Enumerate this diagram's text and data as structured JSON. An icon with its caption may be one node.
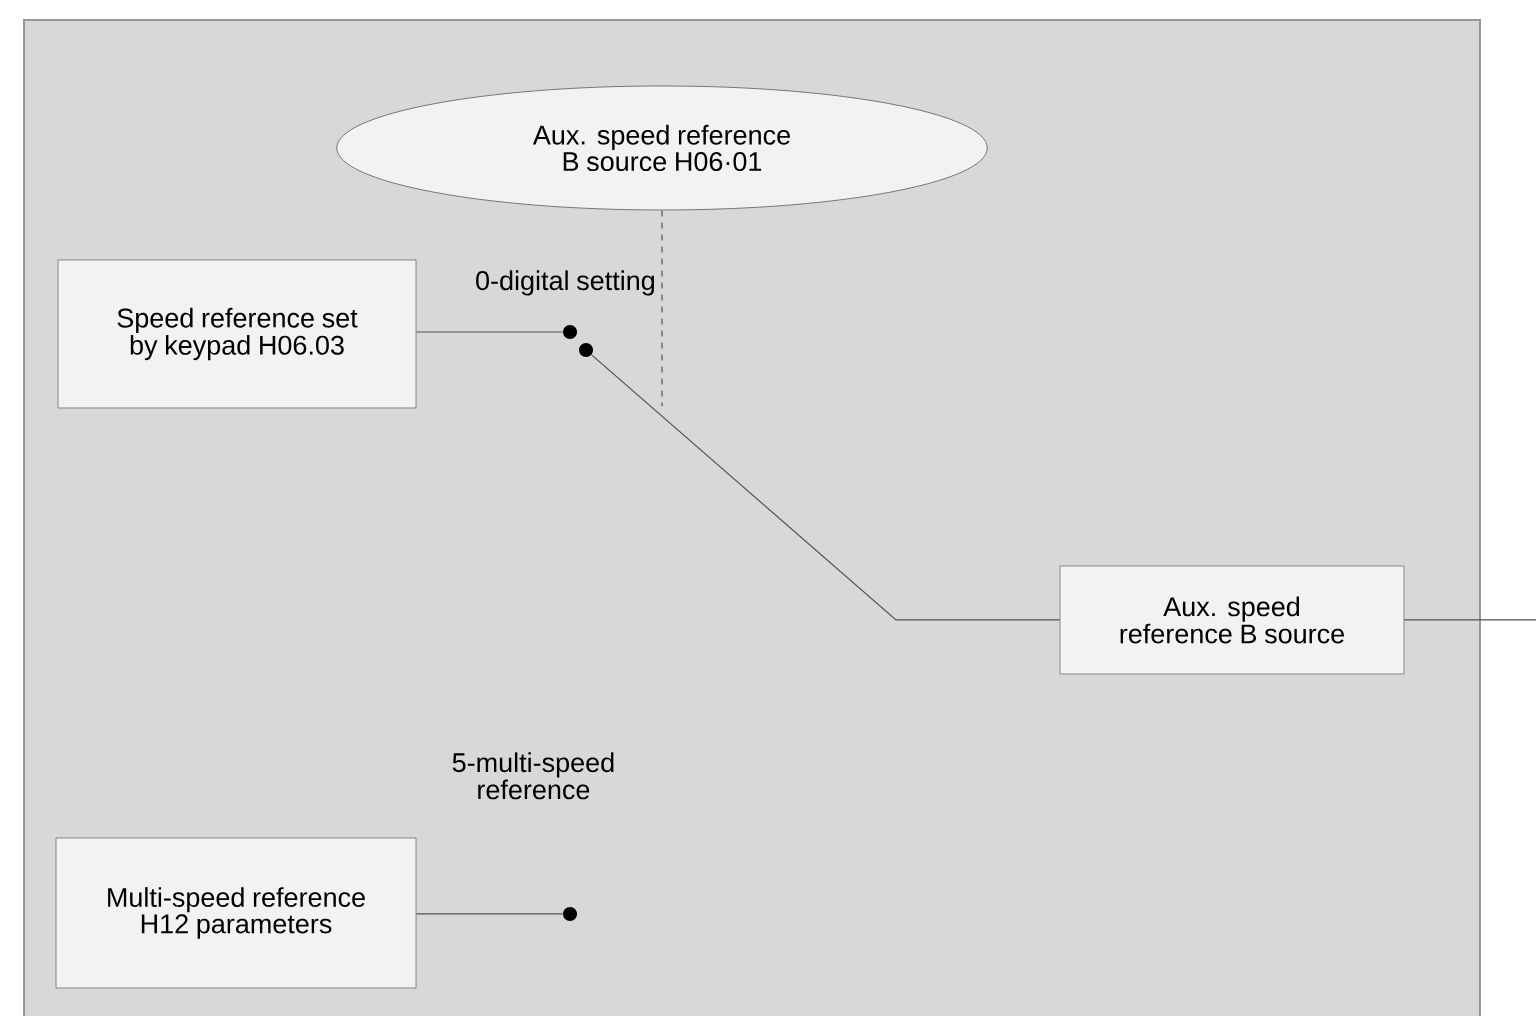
{
  "diagram": {
    "nodes": [
      {
        "text": [
          "Aux. speed reference B source H06·01"
        ]
      },
      {
        "text": [
          "Speed reference set by keypad H06.03"
        ]
      },
      {
        "text": [
          "Aux. speed reference B source"
        ]
      },
      {
        "text": [
          "Multi-speed reference H12 parameters"
        ]
      },
      {
        "text": [],
        "shape": "circle"
      },
      {
        "text": [],
        "shape": "circle"
      },
      {
        "text": [],
        "shape": "circle"
      }
    ],
    "edges": [
      {
        "from": 1,
        "to": 4,
        "arrow": "none",
        "label": "0-digital setting"
      },
      {
        "from": 5,
        "to": 2,
        "arrow": "none"
      },
      {
        "from": 3,
        "to": 6,
        "arrow": "none",
        "label": "5-multi-speed reference"
      },
      {
        "from": 0,
        "to": null,
        "arrow": "none",
        "style": "dashed"
      },
      {
        "from": 2,
        "to": null,
        "arrow": "none"
      }
    ]
  }
}
